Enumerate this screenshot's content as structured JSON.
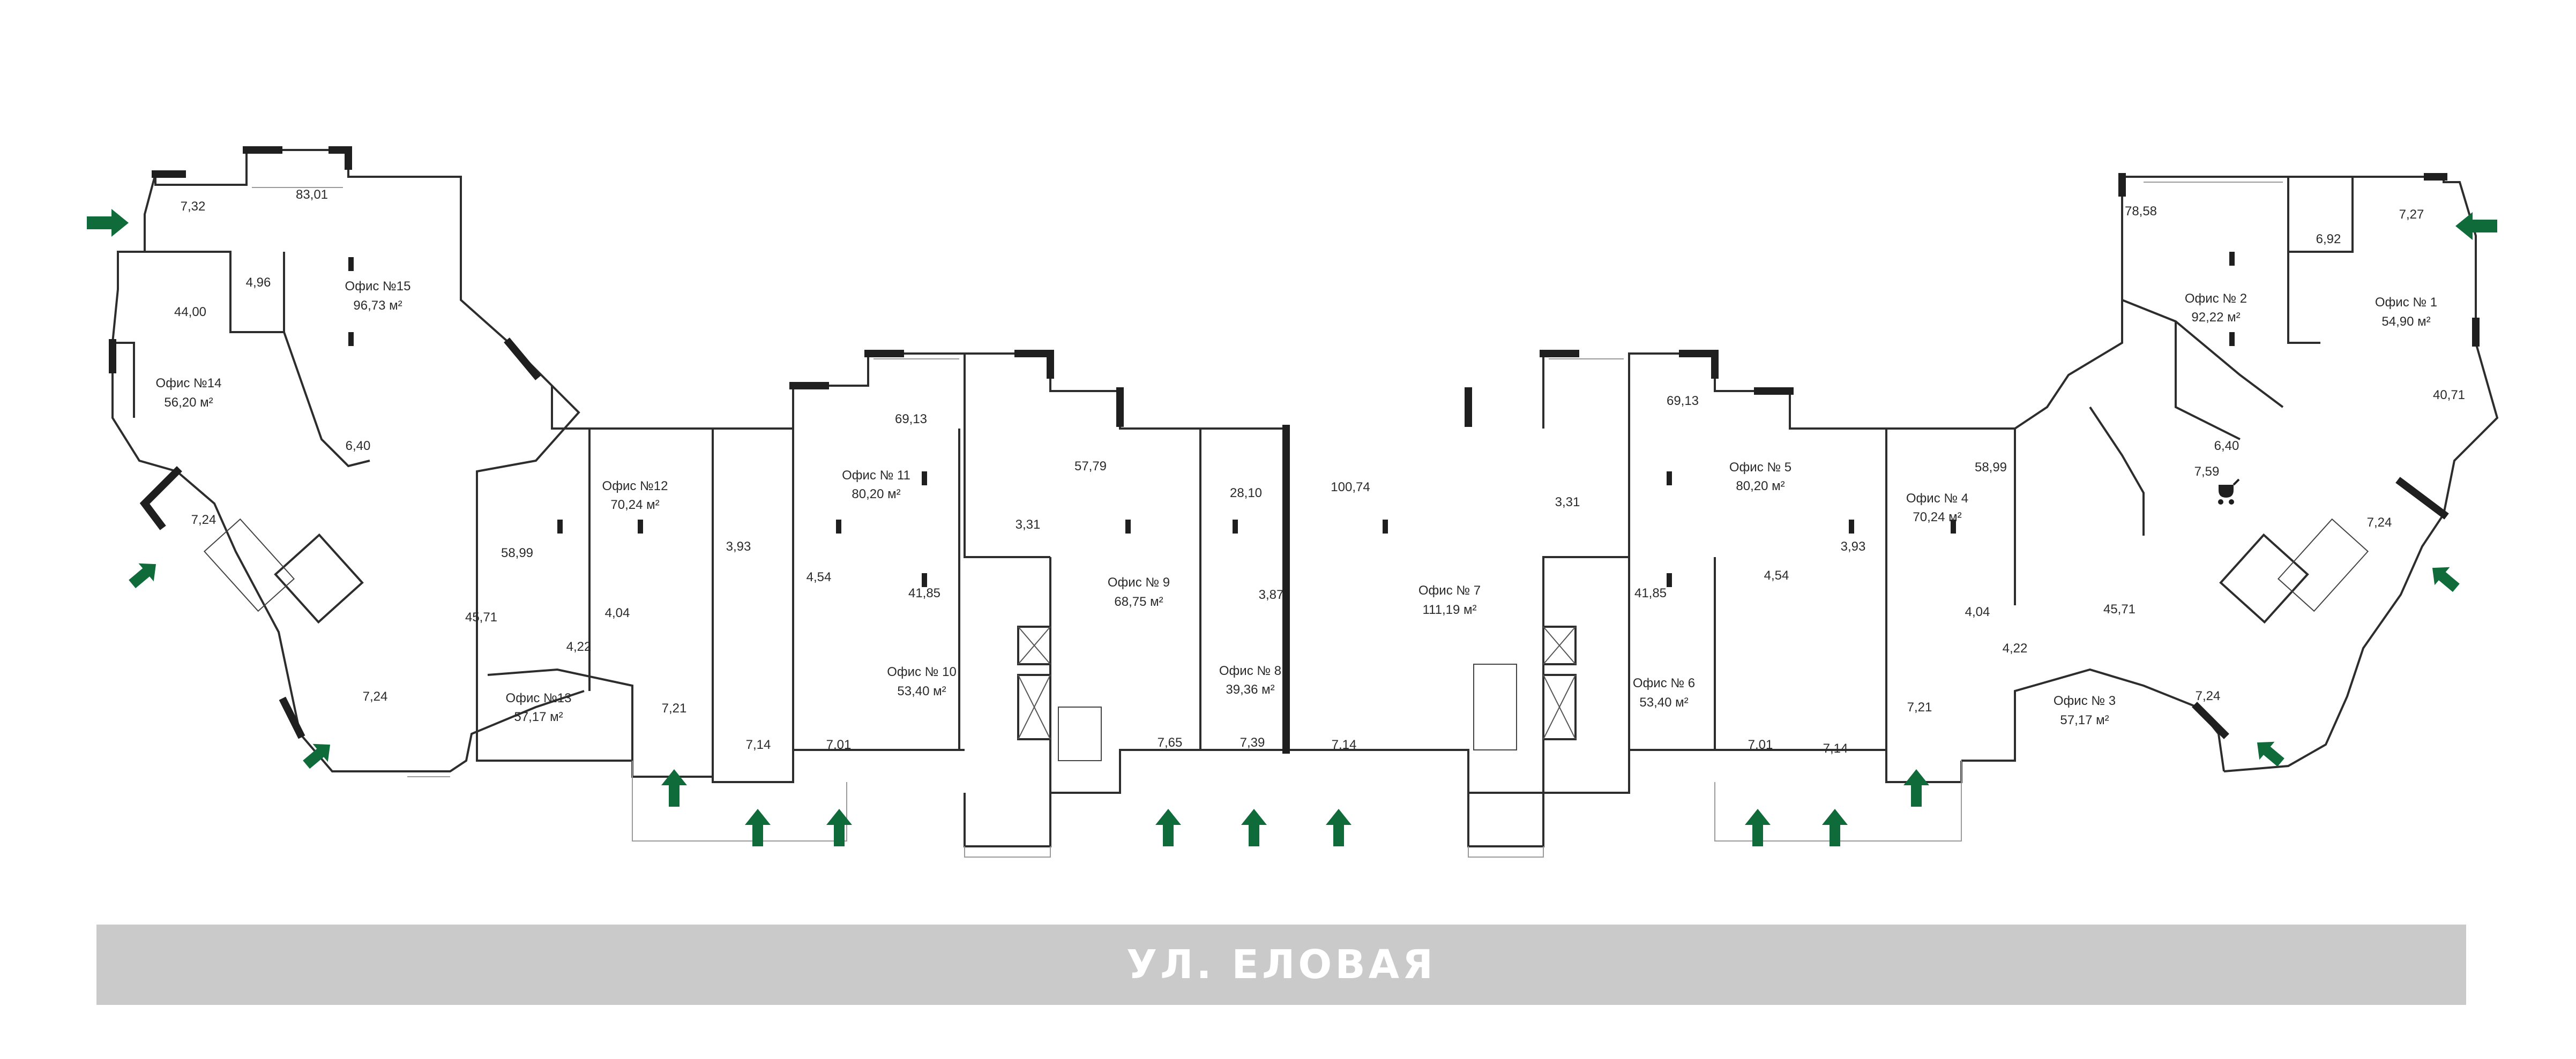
{
  "street": {
    "name": "УЛ. ЕЛОВАЯ"
  },
  "colors": {
    "entrance_arrow": "#0f6b3a",
    "street_band": "#c9cac9",
    "walls": "#2d2d2d"
  },
  "icons": {
    "entrance": "green-arrow-icon",
    "stroller": "stroller-icon"
  },
  "offices": [
    {
      "name": "Офис № 1",
      "area": "54,90 м²"
    },
    {
      "name": "Офис № 2",
      "area": "92,22 м²"
    },
    {
      "name": "Офис № 3",
      "area": "57,17 м²"
    },
    {
      "name": "Офис № 4",
      "area": "70,24 м²"
    },
    {
      "name": "Офис № 5",
      "area": "80,20 м²"
    },
    {
      "name": "Офис № 6",
      "area": "53,40 м²"
    },
    {
      "name": "Офис № 7",
      "area": "111,19 м²"
    },
    {
      "name": "Офис № 8",
      "area": "39,36 м²"
    },
    {
      "name": "Офис № 9",
      "area": "68,75 м²"
    },
    {
      "name": "Офис № 10",
      "area": "53,40 м²"
    },
    {
      "name": "Офис № 11",
      "area": "80,20 м²"
    },
    {
      "name": "Офис №12",
      "area": "70,24 м²"
    },
    {
      "name": "Офис №13",
      "area": "57,17 м²"
    },
    {
      "name": "Офис №14",
      "area": "56,20 м²"
    },
    {
      "name": "Офис №15",
      "area": "96,73 м²"
    }
  ],
  "rooms": [
    "7,32",
    "83,01",
    "4,96",
    "44,00",
    "6,40",
    "7,24",
    "58,99",
    "4,04",
    "45,71",
    "4,22",
    "7,24",
    "7,21",
    "3,93",
    "4,54",
    "69,13",
    "41,85",
    "7,14",
    "7,01",
    "3,31",
    "57,79",
    "28,10",
    "3,87",
    "7,65",
    "7,39",
    "100,74",
    "7,14",
    "3,31",
    "69,13",
    "41,85",
    "4,54",
    "7,01",
    "7,14",
    "3,93",
    "58,99",
    "7,21",
    "4,04",
    "4,22",
    "45,71",
    "7,24",
    "6,40",
    "7,59",
    "7,24",
    "78,58",
    "6,92",
    "7,27",
    "40,71"
  ]
}
